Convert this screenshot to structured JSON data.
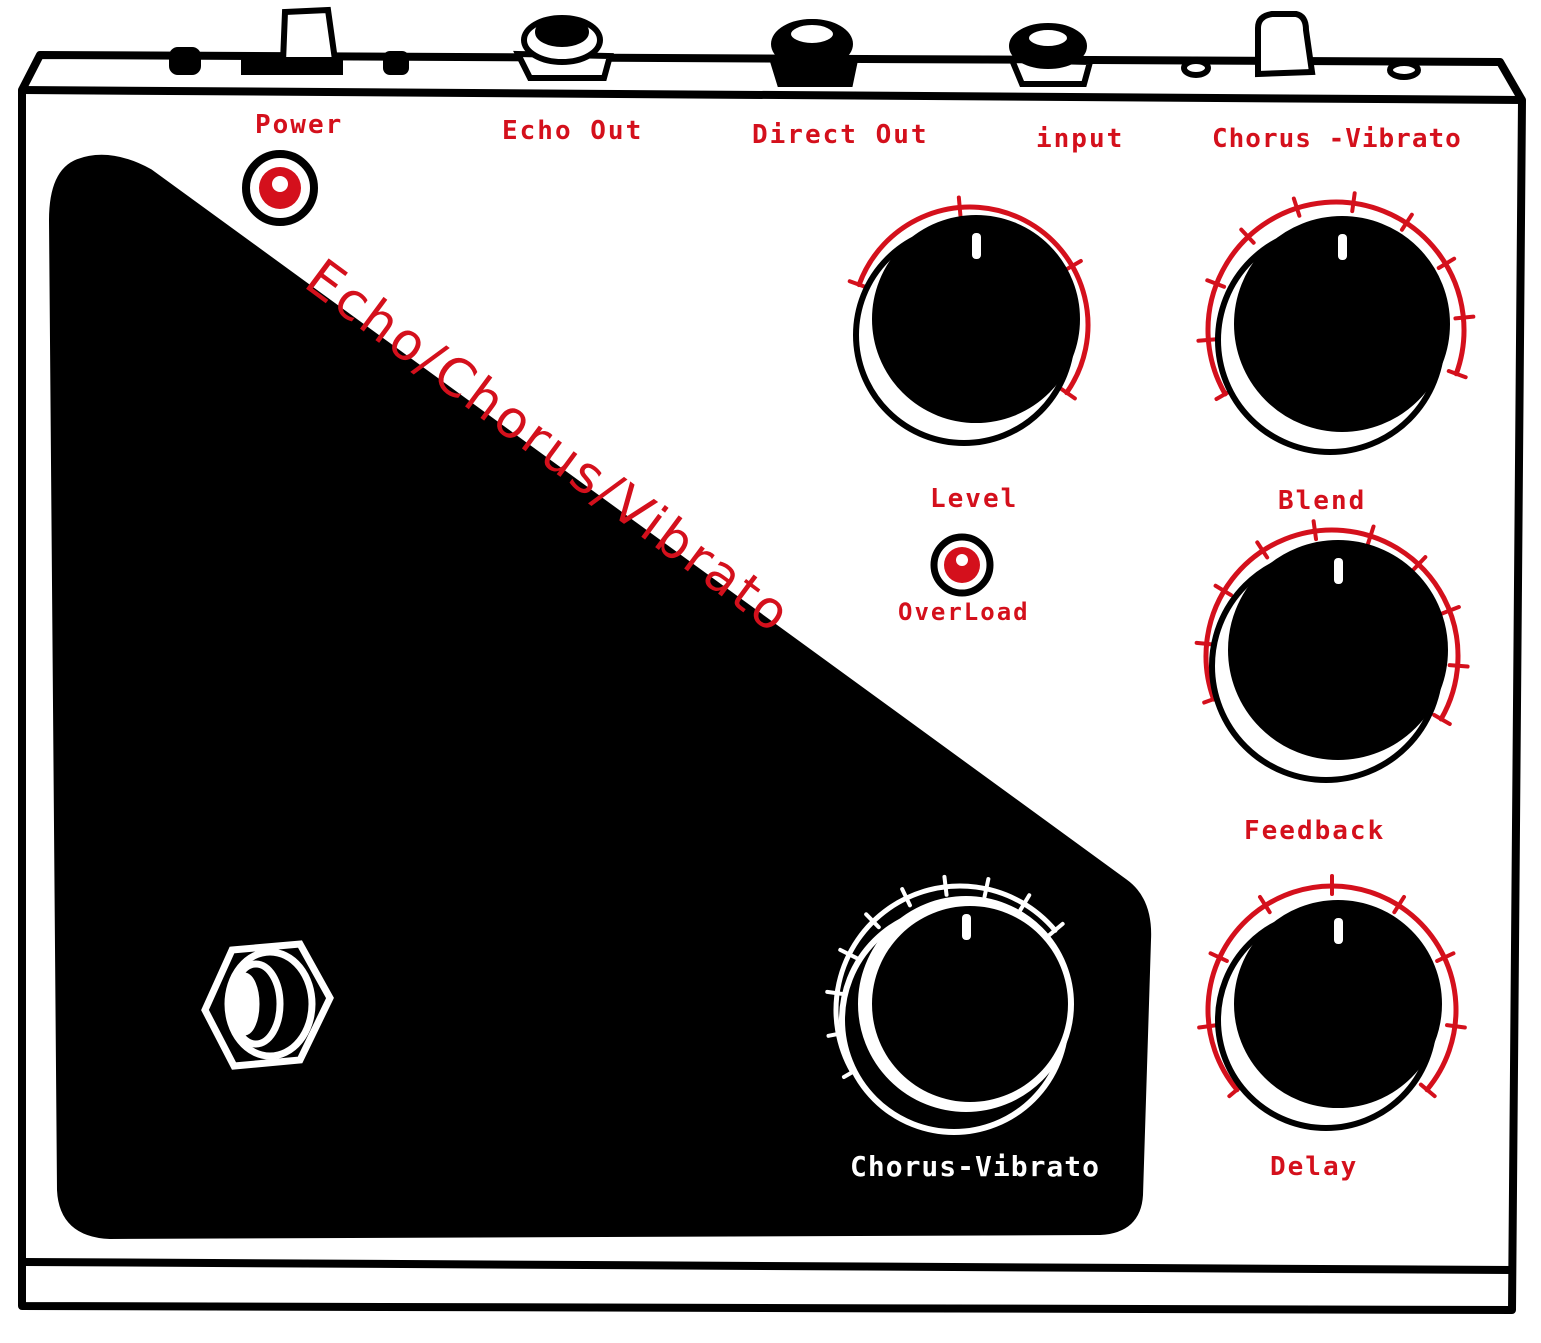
{
  "pedal": {
    "title": "Echo/Chorus/Vibrato",
    "top_labels": {
      "power": "Power",
      "echo_out": "Echo Out",
      "direct_out": "Direct Out",
      "input": "input",
      "chorus_vibrato": "Chorus -Vibrato"
    },
    "knobs": {
      "level": "Level",
      "blend": "Blend",
      "feedback": "Feedback",
      "delay": "Delay",
      "chorus_vibrato": "Chorus-Vibrato"
    },
    "indicators": {
      "overload": "OverLoad"
    }
  },
  "colors": {
    "accent": "#d4101c",
    "ink": "#000000",
    "paper": "#ffffff"
  }
}
